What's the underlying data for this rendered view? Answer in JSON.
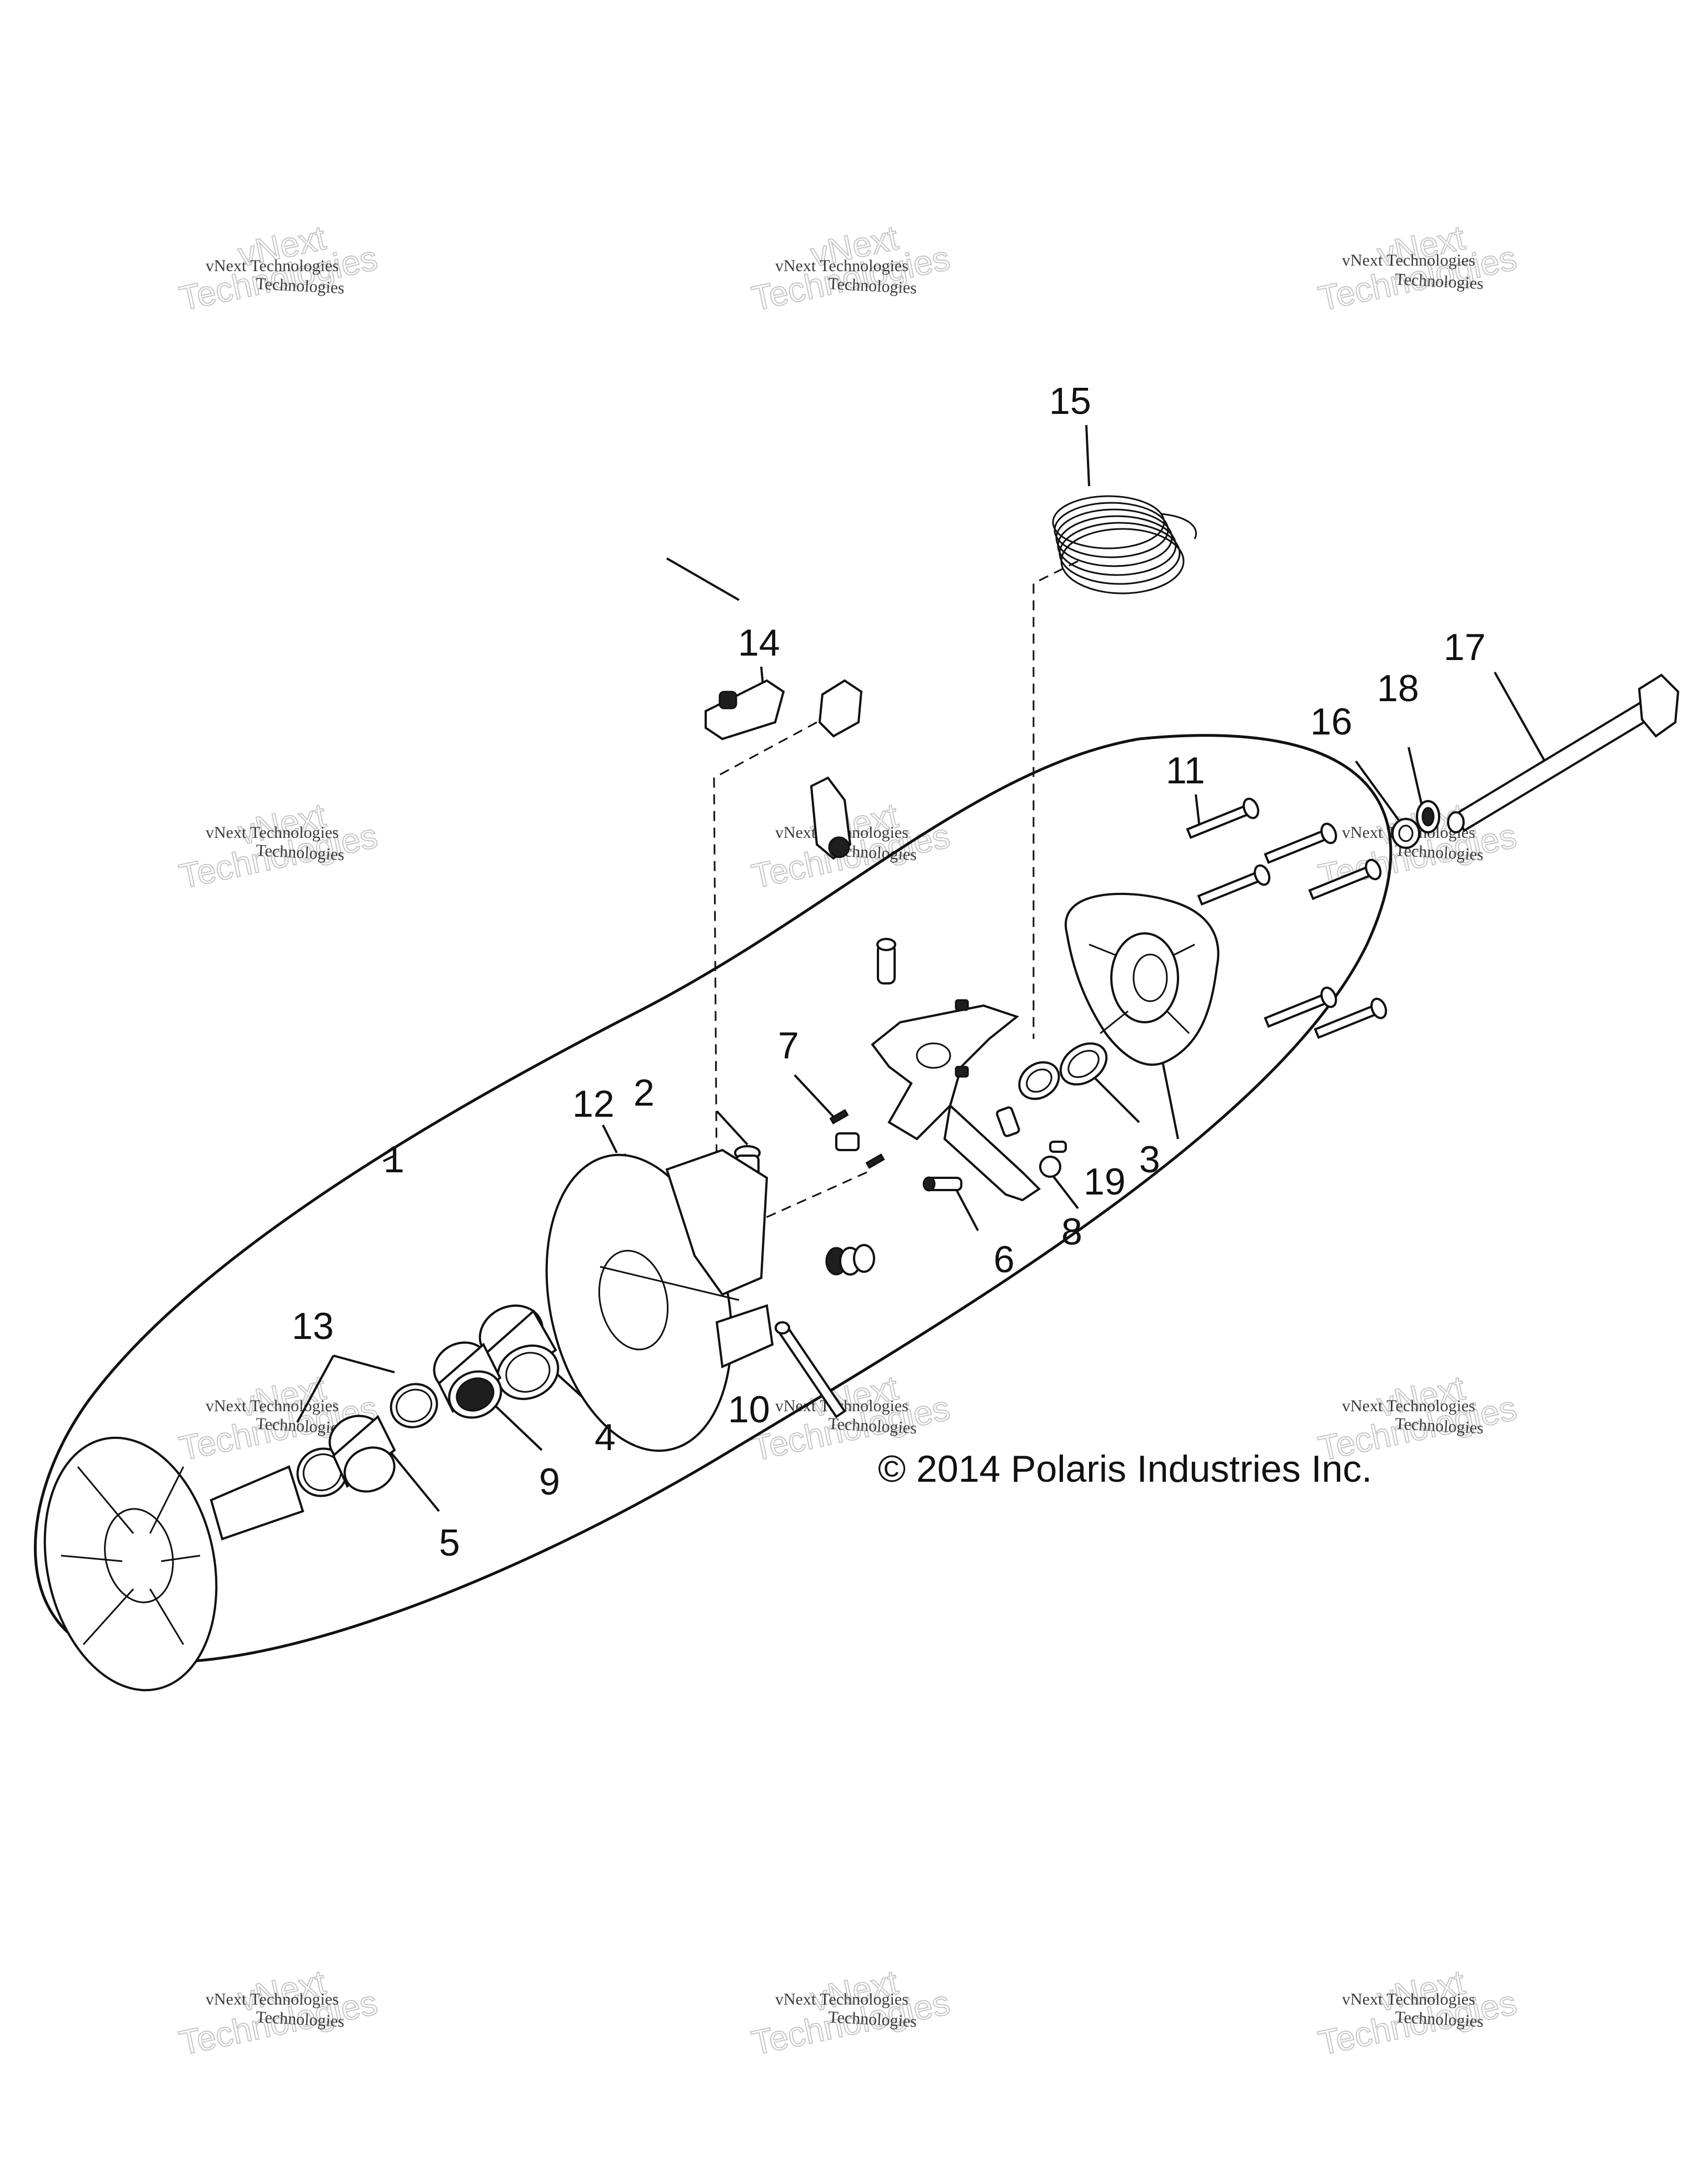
{
  "copyright": "© 2014 Polaris Industries Inc.",
  "watermark": {
    "line1": "vNext Technologies",
    "line2": "vNext",
    "line3": "Technologies"
  },
  "callouts": {
    "c1": "1",
    "c2": "2",
    "c3": "3",
    "c4": "4",
    "c5": "5",
    "c6": "6",
    "c7": "7",
    "c8": "8",
    "c9": "9",
    "c10": "10",
    "c11": "11",
    "c12": "12",
    "c13": "13",
    "c14": "14",
    "c15": "15",
    "c16": "16",
    "c17": "17",
    "c18": "18",
    "c19": "19"
  },
  "colors": {
    "line": "#111111",
    "background": "#ffffff",
    "watermark": "#9a9a9a"
  }
}
